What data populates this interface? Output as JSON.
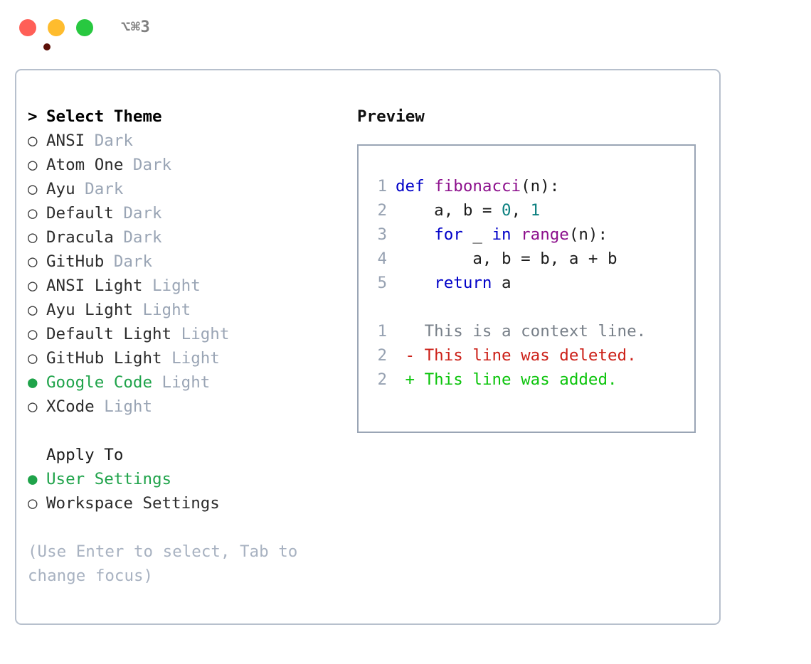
{
  "titlebar": {
    "shortcut": "⌥⌘3",
    "buttons": {
      "close": "close-button",
      "minimize": "minimize-button",
      "zoom": "zoom-button"
    }
  },
  "theme_panel": {
    "header_marker": ">",
    "header": "Select Theme",
    "unselected_marker": "○",
    "selected_marker": "●",
    "items": [
      {
        "name": "ANSI",
        "variant": "Dark",
        "selected": false
      },
      {
        "name": "Atom One",
        "variant": "Dark",
        "selected": false
      },
      {
        "name": "Ayu",
        "variant": "Dark",
        "selected": false
      },
      {
        "name": "Default",
        "variant": "Dark",
        "selected": false
      },
      {
        "name": "Dracula",
        "variant": "Dark",
        "selected": false
      },
      {
        "name": "GitHub",
        "variant": "Dark",
        "selected": false
      },
      {
        "name": "ANSI Light",
        "variant": "Light",
        "selected": false
      },
      {
        "name": "Ayu Light",
        "variant": "Light",
        "selected": false
      },
      {
        "name": "Default Light",
        "variant": "Light",
        "selected": false
      },
      {
        "name": "GitHub Light",
        "variant": "Light",
        "selected": false
      },
      {
        "name": "Google Code",
        "variant": "Light",
        "selected": true
      },
      {
        "name": "XCode",
        "variant": "Light",
        "selected": false
      }
    ]
  },
  "apply_to": {
    "header": "Apply To",
    "options": [
      {
        "name": "User Settings",
        "selected": true
      },
      {
        "name": "Workspace Settings",
        "selected": false
      }
    ]
  },
  "hint": "(Use Enter to select, Tab to change focus)",
  "preview": {
    "title": "Preview",
    "code_lines": [
      {
        "number": "1",
        "tokens": [
          {
            "text": "def ",
            "cls": "kw"
          },
          {
            "text": "fibonacci",
            "cls": "fn"
          },
          {
            "text": "(n):",
            "cls": "pl"
          }
        ]
      },
      {
        "number": "2",
        "tokens": [
          {
            "text": "    a, b = ",
            "cls": "pl"
          },
          {
            "text": "0",
            "cls": "num"
          },
          {
            "text": ", ",
            "cls": "pl"
          },
          {
            "text": "1",
            "cls": "num"
          }
        ]
      },
      {
        "number": "3",
        "tokens": [
          {
            "text": "    ",
            "cls": "pl"
          },
          {
            "text": "for",
            "cls": "kw"
          },
          {
            "text": " _ ",
            "cls": "pl"
          },
          {
            "text": "in",
            "cls": "kw"
          },
          {
            "text": " ",
            "cls": "pl"
          },
          {
            "text": "range",
            "cls": "fn"
          },
          {
            "text": "(n):",
            "cls": "pl"
          }
        ]
      },
      {
        "number": "4",
        "tokens": [
          {
            "text": "        a, b = b, a + b",
            "cls": "pl"
          }
        ]
      },
      {
        "number": "5",
        "tokens": [
          {
            "text": "    ",
            "cls": "pl"
          },
          {
            "text": "return",
            "cls": "kw"
          },
          {
            "text": " a",
            "cls": "pl"
          }
        ]
      }
    ],
    "diff_lines": [
      {
        "number": "1",
        "sign": " ",
        "text": "This is a context line.",
        "kind": "ctx"
      },
      {
        "number": "2",
        "sign": "-",
        "text": "This line was deleted.",
        "kind": "del"
      },
      {
        "number": "2",
        "sign": "+",
        "text": "This line was added.",
        "kind": "add"
      }
    ]
  },
  "colors": {
    "accent_green": "#1fa34a",
    "variant_gray": "#9aa5b5",
    "hint_gray": "#a8b2c1",
    "panel_border": "#b7c0cd",
    "code_border": "#9aa5b5",
    "keyword_blue": "#0000c8",
    "function_purple": "#8c0f8c",
    "number_teal": "#0c8080",
    "diff_delete_red": "#cc2018",
    "diff_add_green": "#0bc40b",
    "traffic_red": "#ff5f57",
    "traffic_yellow": "#febc2e",
    "traffic_green": "#28c840"
  }
}
